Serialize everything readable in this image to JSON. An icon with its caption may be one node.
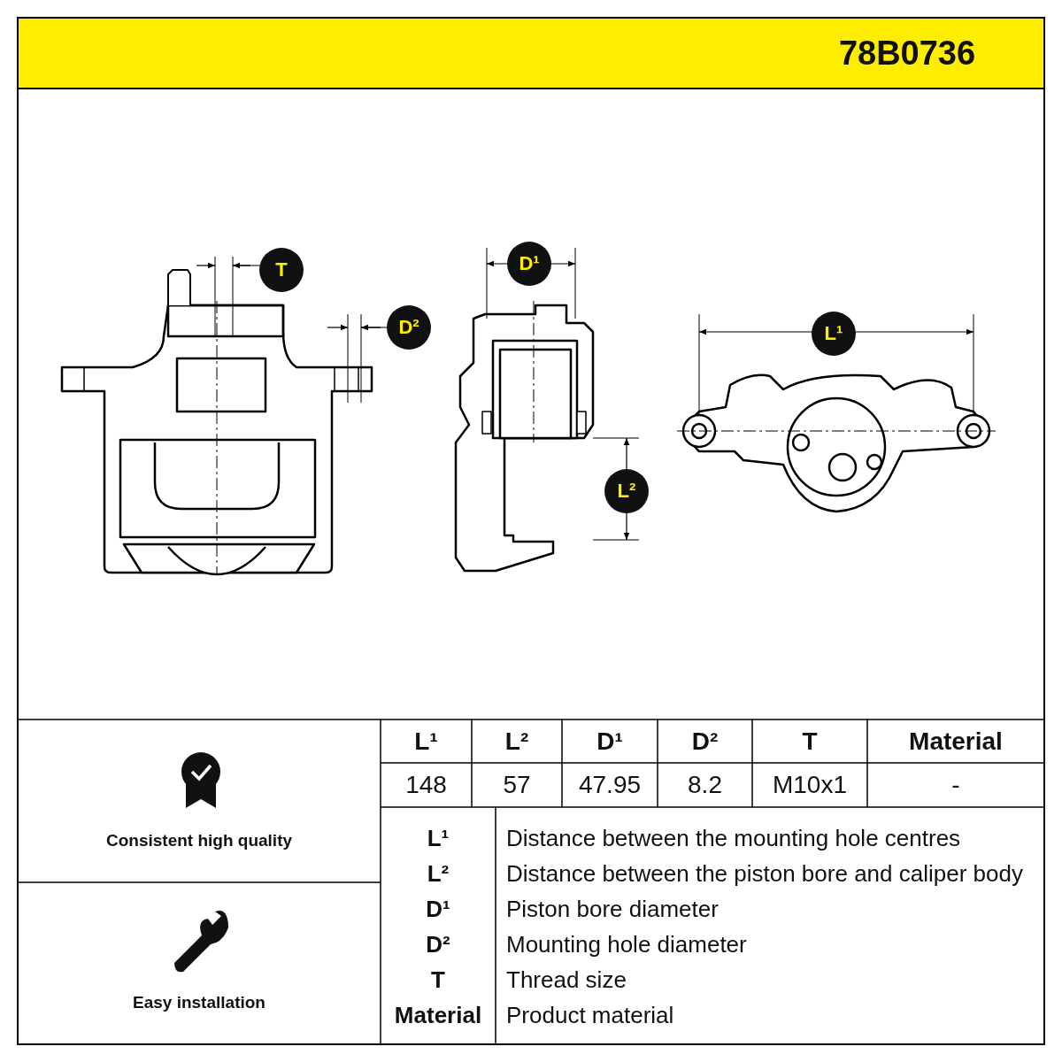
{
  "diagram": {
    "title": "78B0736",
    "labels": [
      "T",
      "D¹",
      "D²",
      "L¹",
      "L²",
      "L¹",
      "L²",
      "D¹",
      "D²",
      "T",
      "Material",
      "148",
      "57",
      "47.95",
      "8.2",
      "M10x1",
      "-",
      "Consistent high quality",
      "Easy installation",
      "L¹",
      "Distance between the mounting hole centres",
      "L²",
      "Distance between the piston bore and caliper body",
      "D¹",
      "Piston bore diameter",
      "D²",
      "Mounting hole diameter",
      "T",
      "Thread size",
      "Material",
      "Product material"
    ]
  }
}
